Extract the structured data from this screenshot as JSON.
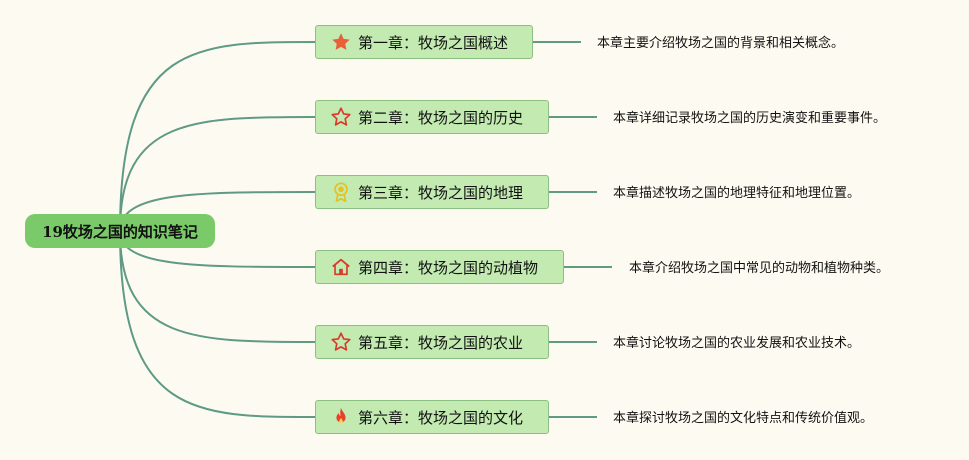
{
  "root": {
    "label": "19牧场之国的知识笔记"
  },
  "chapters": [
    {
      "label": "第一章：牧场之国概述",
      "icon": "star-filled-icon",
      "icon_color": "#e8603a",
      "desc": "本章主要介绍牧场之国的背景和相关概念。"
    },
    {
      "label": "第二章：牧场之国的历史",
      "icon": "star-outline-icon",
      "icon_color": "#d83a2b",
      "desc": "本章详细记录牧场之国的历史演变和重要事件。"
    },
    {
      "label": "第三章：牧场之国的地理",
      "icon": "medal-icon",
      "icon_color": "#e8c020",
      "desc": "本章描述牧场之国的地理特征和地理位置。"
    },
    {
      "label": "第四章：牧场之国的动植物",
      "icon": "home-icon",
      "icon_color": "#d83a2b",
      "desc": "本章介绍牧场之国中常见的动物和植物种类。"
    },
    {
      "label": "第五章：牧场之国的农业",
      "icon": "star-outline-icon",
      "icon_color": "#d83a2b",
      "desc": "本章讨论牧场之国的农业发展和农业技术。"
    },
    {
      "label": "第六章：牧场之国的文化",
      "icon": "fire-icon",
      "icon_color": "#e8402a",
      "desc": "本章探讨牧场之国的文化特点和传统价值观。"
    }
  ],
  "colors": {
    "edge": "#5e9a84",
    "node_fill": "#c2eab1",
    "root_fill": "#7bca69"
  }
}
